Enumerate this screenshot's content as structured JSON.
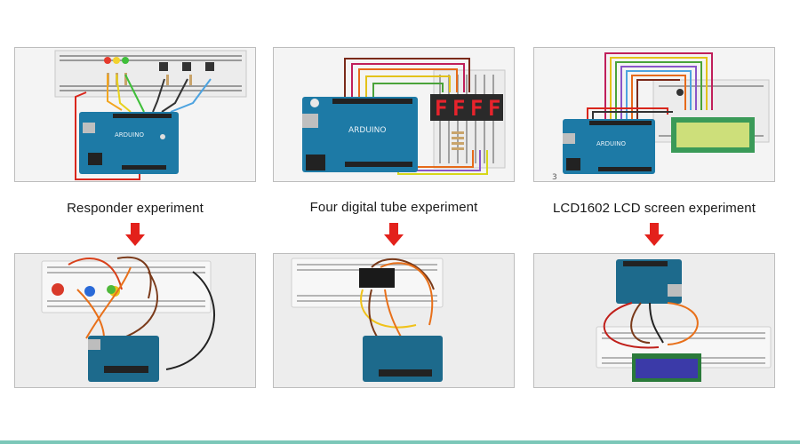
{
  "experiments": [
    {
      "caption": "Responder experiment"
    },
    {
      "caption": "Four digital tube experiment"
    },
    {
      "caption": "LCD1602 LCD screen experiment"
    }
  ],
  "display_digits": [
    "F",
    "F",
    "F",
    "F"
  ],
  "colors": {
    "arrow": "#e3211b",
    "board": "#1d7aa6",
    "breadboard": "#ededed",
    "lcd": "#cddf7a",
    "lcd_photo": "#3b3aa8",
    "segment": "#e8232c",
    "accent_line": "#7bc7b8"
  }
}
